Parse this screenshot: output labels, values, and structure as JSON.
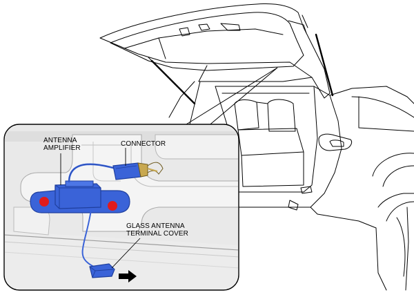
{
  "labels": {
    "antenna_amplifier_line1": "ANTENNA",
    "antenna_amplifier_line2": "AMPLIFIER",
    "connector": "CONNECTOR",
    "glass_antenna_line1": "GLASS ANTENNA",
    "glass_antenna_line2": "TERMINAL COVER"
  },
  "colors": {
    "component_blue": "#3a63d8",
    "component_blue_dark": "#1f3f9e",
    "marker_red": "#e01b1b",
    "panel_gray": "#e6e6e6",
    "panel_gray_dark": "#cfcfcf",
    "harness_tan": "#c8a850",
    "outline": "#000000"
  },
  "icons": {
    "direction_arrow": "arrow-right-icon"
  }
}
